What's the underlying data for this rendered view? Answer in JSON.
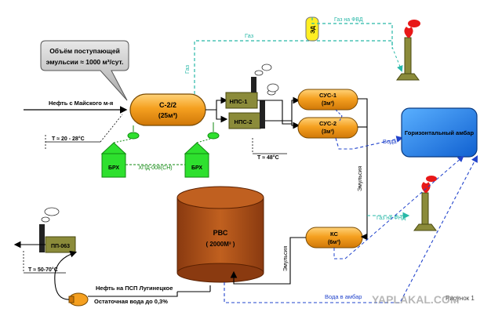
{
  "callout": {
    "line1": "Объём поступающей",
    "line2": "эмульсии ≈ 1000 м³/сут."
  },
  "inlet_label": "Нефть с Майского м-я",
  "temp_inlet": "T ≈ 20 - 28°C",
  "separator": {
    "name": "С-2/2",
    "volume": "(25м³)"
  },
  "gas_main": "Газ",
  "gas_vertical": "Газ",
  "gas_to_flare_top": "Газ на ФВД",
  "ed_label": "ЭД",
  "nps1": "НПС-1",
  "nps2": "НПС-2",
  "temp_nps": "T ≈ 48°C",
  "sus1": {
    "name": "СУС-1",
    "volume": "(3м³)"
  },
  "sus2": {
    "name": "СУС-2",
    "volume": "(3м³)"
  },
  "water_label": "Вода",
  "horizontal_pit": "Горизонтальный амбар",
  "emulsion_vertical": "Эмульсия",
  "brh_left": "БРХ",
  "brh_right": "БРХ",
  "reagent_line": "ХПД-008(СН)",
  "rvs": {
    "name": "РВС",
    "volume": "( 2000М³ )"
  },
  "gas_to_flare_bottom": "Газ на ФНД",
  "ks": {
    "name": "КС",
    "volume": "(6м³)"
  },
  "emulsion_rvs": "Эмульсия",
  "pp063": "ПП-063",
  "temp_pp": "T ≈ 50-70°C",
  "oil_out": "Нефть на ПСП Лугинецкое",
  "residual_water": "Остаточная вода до 0,3%",
  "water_to_pit": "Вода в амбар",
  "figure_label": "Рисунок 1",
  "watermark": "YAPLAKAL.COM",
  "colors": {
    "vessel_orange": "#f5a020",
    "nps_olive": "#8b8b3a",
    "brh_green": "#2ee02e",
    "rvs_brown": "#b5521a",
    "pit_blue": "#1a7fe8",
    "gas_cyan": "#28b8a8",
    "water_blue": "#2244cc",
    "ed_yellow": "#ffee22",
    "flare_red": "#e81818"
  }
}
